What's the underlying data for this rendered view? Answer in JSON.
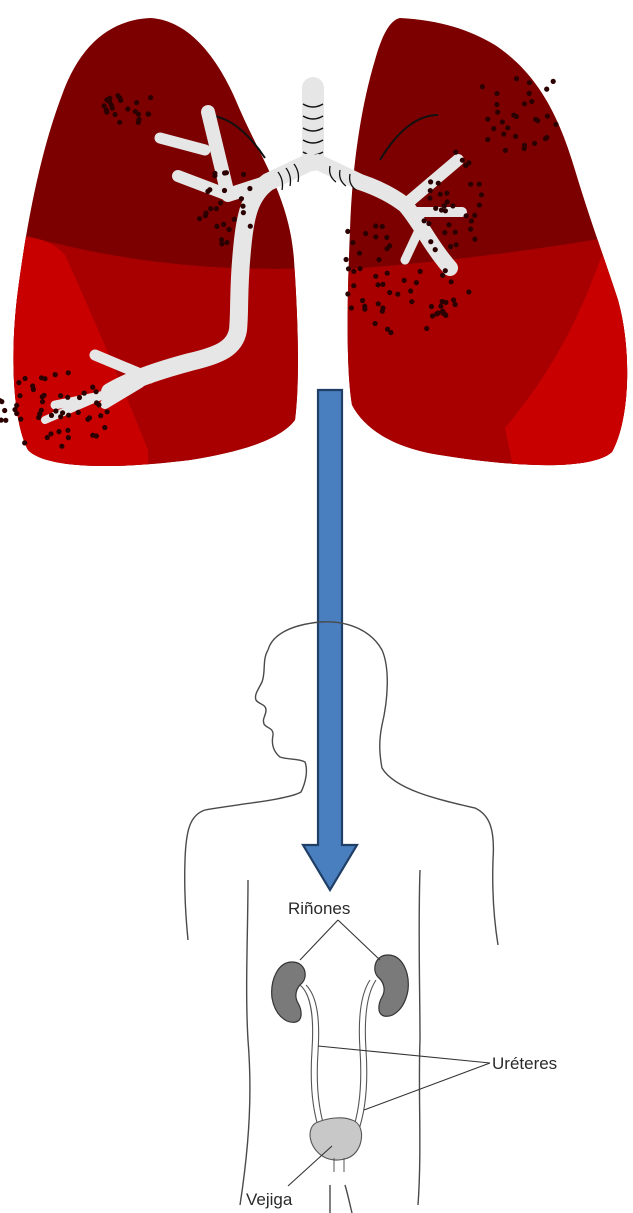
{
  "labels": {
    "kidneys": "Riñones",
    "ureters": "Uréteres",
    "bladder": "Vejiga"
  },
  "colors": {
    "lung_upper": "#7d0000",
    "lung_middle": "#a80000",
    "lung_lower": "#c80000",
    "airway": "#e6e6e6",
    "bacteria_dots": "#2a0000",
    "arrow_fill": "#4a7fbf",
    "arrow_stroke": "#1f3f66",
    "body_outline": "#4a4a4a",
    "kidney": "#7a7a7a",
    "bladder": "#c8c8c8"
  },
  "icons": {
    "lungs": "lungs-icon",
    "arrow": "down-arrow-icon",
    "body": "human-body-icon"
  }
}
